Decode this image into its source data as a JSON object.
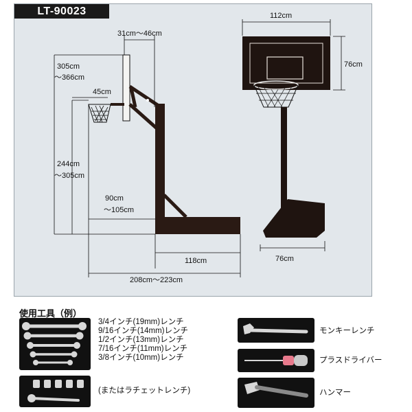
{
  "model": "LT-90023",
  "dimensions": {
    "backboard_offset": "31cm～46cm",
    "rim_height_top": "305cm",
    "rim_height_bottom": "～366cm",
    "rim_extension": "45cm",
    "pole_height_top": "244cm",
    "pole_height_bottom": "～305cm",
    "base_offset_top": "90cm",
    "base_offset_bottom": "～105cm",
    "base_length": "118cm",
    "total_length": "208cm～223cm",
    "backboard_width": "112cm",
    "backboard_height": "76cm",
    "base_width": "76cm"
  },
  "tools": {
    "title": "使用工具（例）",
    "wrenches": [
      "3/4インチ(19mm)レンチ",
      "9/16インチ(14mm)レンチ",
      "1/2インチ(13mm)レンチ",
      "7/16インチ(11mm)レンチ",
      "3/8インチ(10mm)レンチ"
    ],
    "ratchet": "(またはラチェットレンチ)",
    "monkey_wrench": "モンキーレンチ",
    "screwdriver": "プラスドライバー",
    "hammer": "ハンマー"
  },
  "colors": {
    "panel": "#e2e7eb",
    "equipment": "#2a1a14",
    "tool_background": "#111111"
  }
}
